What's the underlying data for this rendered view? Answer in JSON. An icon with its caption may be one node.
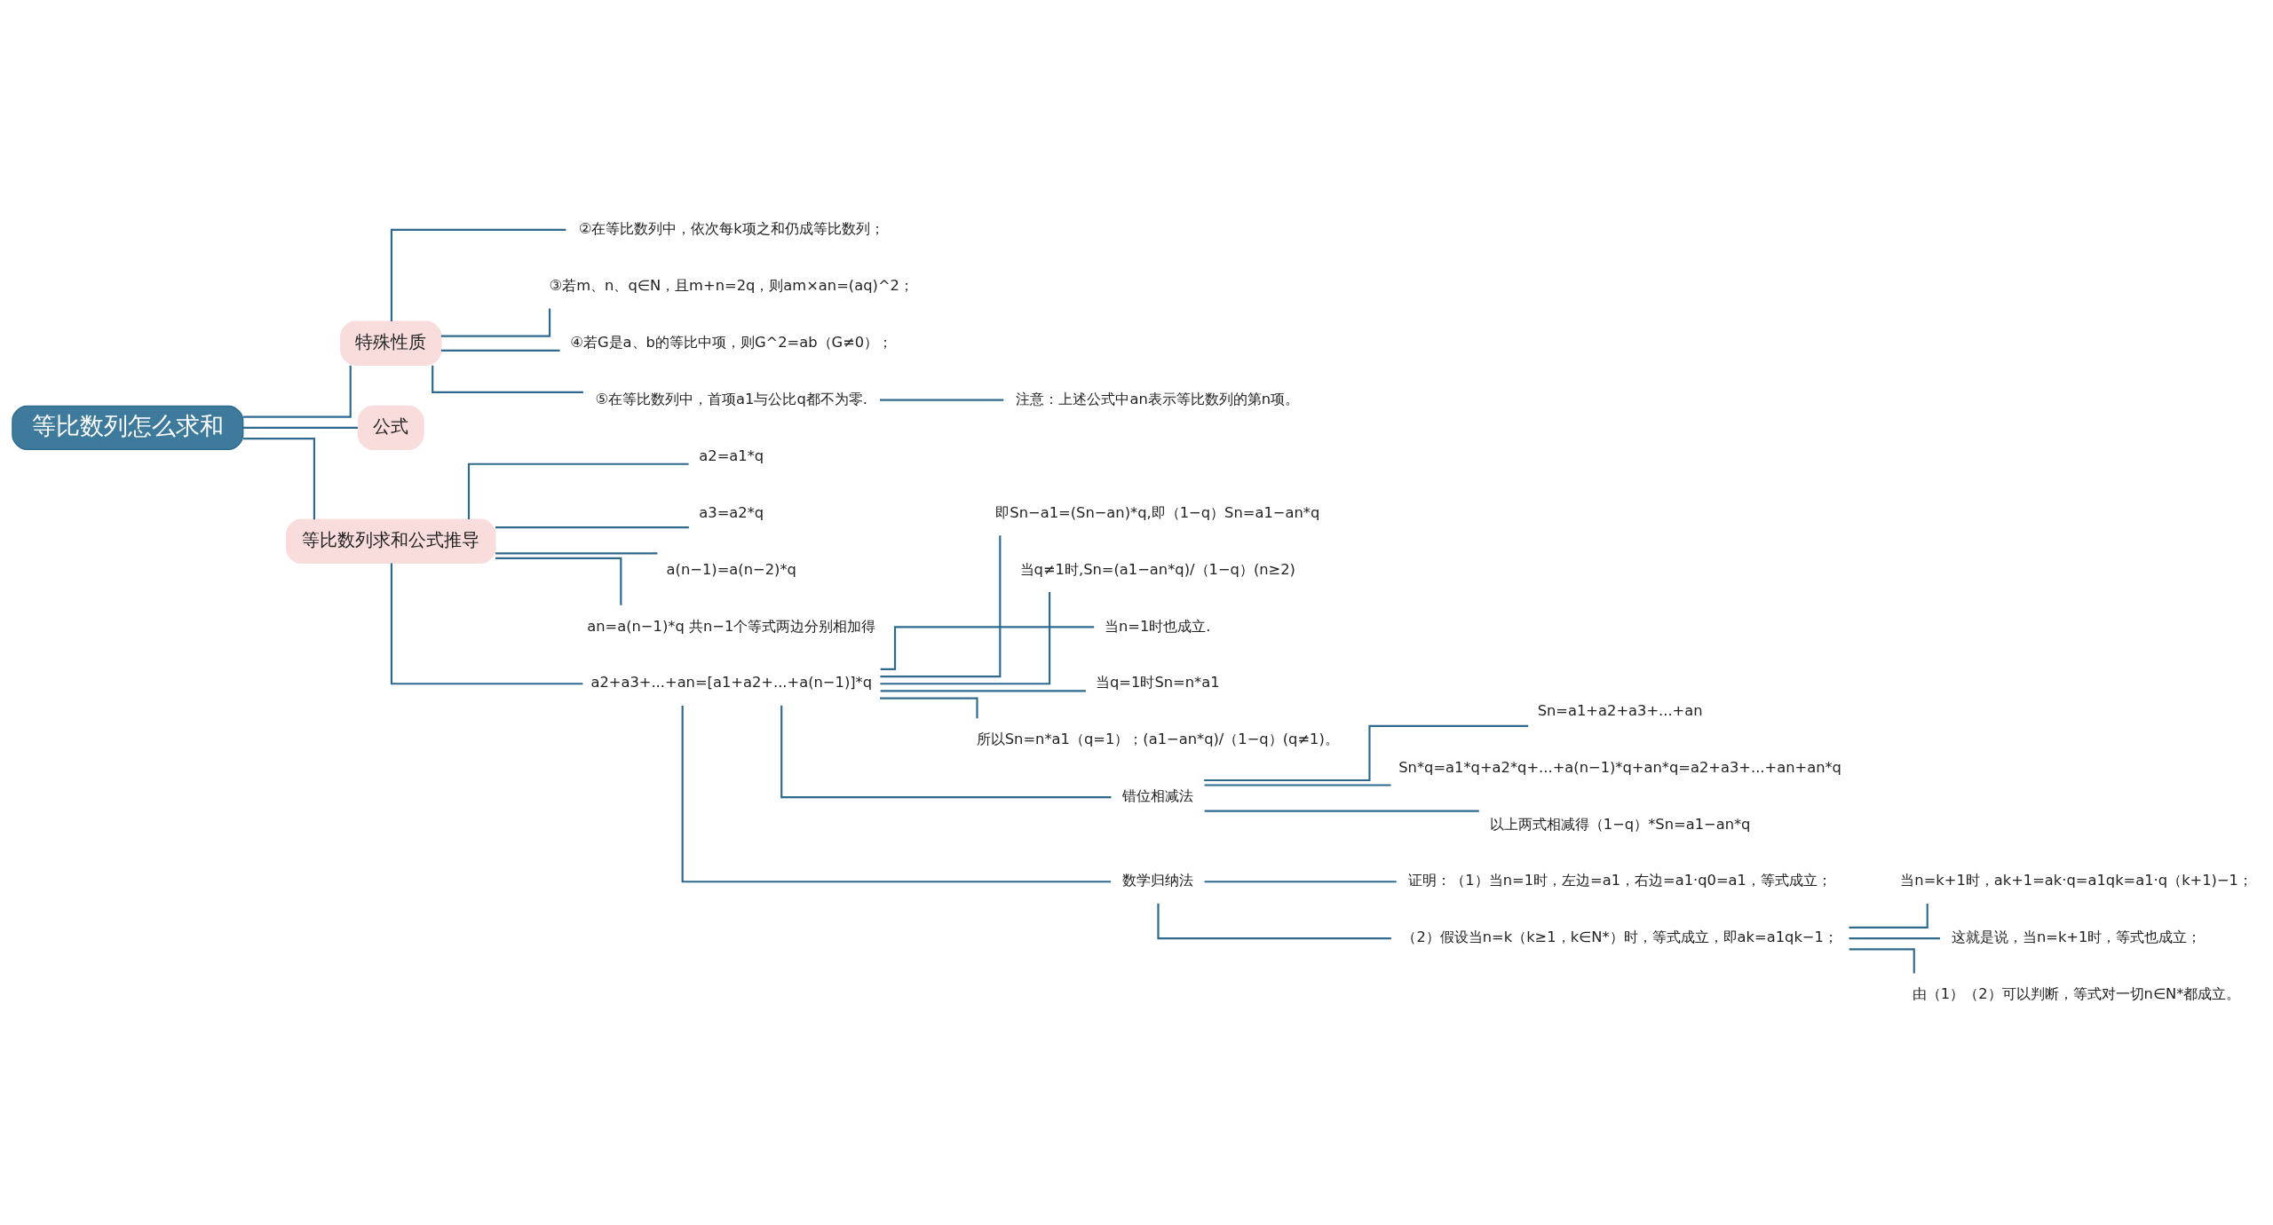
{
  "diagram": {
    "nodes": [
      {
        "text": [
          "等比数列怎么求和"
        ]
      },
      {
        "text": [
          "特殊性质"
        ]
      },
      {
        "text": [
          "②在等比数列中，依次每k项之和仍成等比数列；"
        ]
      },
      {
        "text": [
          "③若m、n、q∈N，且m+n=2q，则am×an=(aq)^2；"
        ]
      },
      {
        "text": [
          "④若G是a、b的等比中项，则G^2=ab（G≠0）；"
        ]
      },
      {
        "text": [
          "⑤在等比数列中，首项a1与公比q都不为零."
        ]
      },
      {
        "text": [
          "注意：上述公式中an表示等比数列的第n项。"
        ]
      },
      {
        "text": [
          "公式"
        ]
      },
      {
        "text": [
          "等比数列求和公式推导"
        ]
      },
      {
        "text": [
          "a2=a1*q"
        ]
      },
      {
        "text": [
          "a3=a2*q"
        ]
      },
      {
        "text": [
          "a(n−1)=a(n−2)*q"
        ]
      },
      {
        "text": [
          "an=a(n−1)*q 共n−1个等式两边分别相加得"
        ]
      },
      {
        "text": [
          "a2+a3+...+an=[a1+a2+...+a(n−1)]*q"
        ]
      },
      {
        "text": [
          "即Sn−a1=(Sn−an)*q,即（1−q）Sn=a1−an*q"
        ]
      },
      {
        "text": [
          "当q≠1时,Sn=(a1−an*q)/（1−q）(n≥2)"
        ]
      },
      {
        "text": [
          "当n=1时也成立."
        ]
      },
      {
        "text": [
          "当q=1时Sn=n*a1"
        ]
      },
      {
        "text": [
          "所以Sn=n*a1（q=1）；(a1−an*q)/（1−q）(q≠1)。"
        ]
      },
      {
        "text": [
          "错位相减法"
        ]
      },
      {
        "text": [
          "Sn=a1+a2+a3+...+an"
        ]
      },
      {
        "text": [
          "Sn*q=a1*q+a2*q+...+a(n−1)*q+an*q=a2+a3+...+an+an*q"
        ]
      },
      {
        "text": [
          "以上两式相减得（1−q）*Sn=a1−an*q"
        ]
      },
      {
        "text": [
          "数学归纳法"
        ]
      },
      {
        "text": [
          "证明：（1）当n=1时，左边=a1，右边=a1·q0=a1，等式成立；"
        ]
      },
      {
        "text": [
          "（2）假设当n=k（k≥1，k∈N*）时，等式成立，即ak=a1qk−1；"
        ]
      },
      {
        "text": [
          "当n=k+1时，ak+1=ak·q=a1qk=a1·q（k+1)−1；"
        ]
      },
      {
        "text": [
          "这就是说，当n=k+1时，等式也成立；"
        ]
      },
      {
        "text": [
          "由（1）（2）可以判断，等式对一切n∈N*都成立。"
        ]
      }
    ],
    "edges": [
      {
        "from": 0,
        "to": 1,
        "arrow": "none"
      },
      {
        "from": 1,
        "to": 2,
        "arrow": "none"
      },
      {
        "from": 1,
        "to": 3,
        "arrow": "none"
      },
      {
        "from": 1,
        "to": 4,
        "arrow": "none"
      },
      {
        "from": 1,
        "to": 5,
        "arrow": "none"
      },
      {
        "from": 5,
        "to": 6,
        "arrow": "none"
      },
      {
        "from": 0,
        "to": 7,
        "arrow": "none"
      },
      {
        "from": 0,
        "to": 8,
        "arrow": "none"
      },
      {
        "from": 8,
        "to": 9,
        "arrow": "none"
      },
      {
        "from": 8,
        "to": 10,
        "arrow": "none"
      },
      {
        "from": 8,
        "to": 11,
        "arrow": "none"
      },
      {
        "from": 8,
        "to": 12,
        "arrow": "none"
      },
      {
        "from": 8,
        "to": 13,
        "arrow": "none"
      },
      {
        "from": 13,
        "to": 14,
        "arrow": "none"
      },
      {
        "from": 13,
        "to": 15,
        "arrow": "none"
      },
      {
        "from": 13,
        "to": 16,
        "arrow": "none"
      },
      {
        "from": 13,
        "to": 17,
        "arrow": "none"
      },
      {
        "from": 13,
        "to": 18,
        "arrow": "none"
      },
      {
        "from": 13,
        "to": 19,
        "arrow": "none"
      },
      {
        "from": 19,
        "to": 20,
        "arrow": "none"
      },
      {
        "from": 19,
        "to": 21,
        "arrow": "none"
      },
      {
        "from": 19,
        "to": 22,
        "arrow": "none"
      },
      {
        "from": 13,
        "to": 23,
        "arrow": "none"
      },
      {
        "from": 23,
        "to": 24,
        "arrow": "none"
      },
      {
        "from": 23,
        "to": 25,
        "arrow": "none"
      },
      {
        "from": 25,
        "to": 26,
        "arrow": "none"
      },
      {
        "from": 25,
        "to": 27,
        "arrow": "none"
      },
      {
        "from": 25,
        "to": 28,
        "arrow": "none"
      }
    ]
  }
}
